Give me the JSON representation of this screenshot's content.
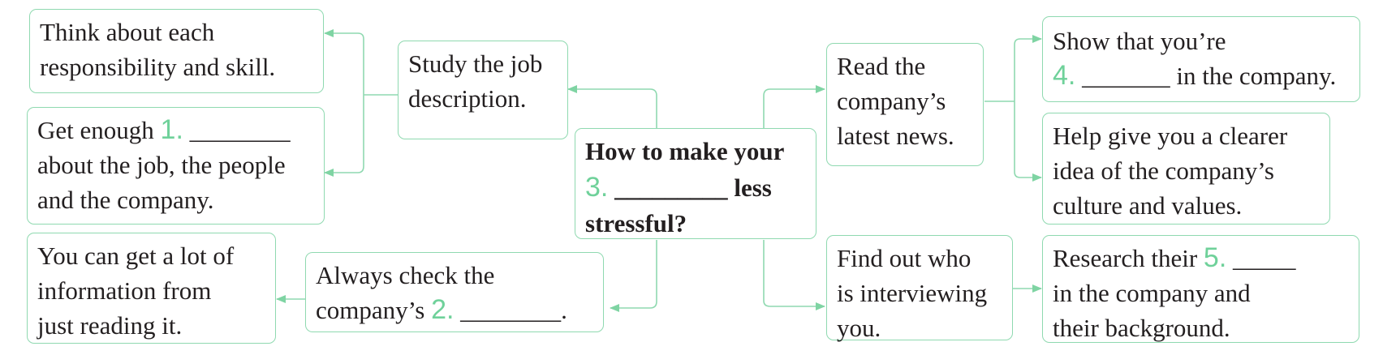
{
  "center": {
    "line1": "How to make your",
    "num": "3.",
    "blank": "_________",
    "tail": "less",
    "line3": "stressful?"
  },
  "left": {
    "study": {
      "line1": "Study the job",
      "line2": "description."
    },
    "think": {
      "line1": "Think about each",
      "line2": "responsibility and skill."
    },
    "enough": {
      "prefix": "Get enough",
      "num": "1.",
      "blank": "________",
      "line2": "about the job, the people",
      "line3": "and the company."
    },
    "check": {
      "line1": "Always check the",
      "prefix": "company’s",
      "num": "2.",
      "blank": "________."
    },
    "info": {
      "line1": "You can get a lot of",
      "line2": "information from",
      "line3": "just reading it."
    }
  },
  "right": {
    "news": {
      "line1": "Read the",
      "line2": "company’s",
      "line3": "latest news."
    },
    "show": {
      "line1": "Show that you’re",
      "num": "4.",
      "blank": "_______",
      "suffix": "in the company."
    },
    "help": {
      "line1": "Help give you a clearer",
      "line2": "idea of the company’s",
      "line3": "culture and values."
    },
    "find": {
      "line1": "Find out who",
      "line2": "is interviewing",
      "line3": "you."
    },
    "research": {
      "prefix": "Research their",
      "num": "5.",
      "blank": "_____",
      "line2": "in the company and",
      "line3": "their background."
    }
  },
  "colors": {
    "border": "#8fd9b0",
    "connector": "#8fd9b0",
    "number": "#6fd19a",
    "text": "#231f20"
  }
}
